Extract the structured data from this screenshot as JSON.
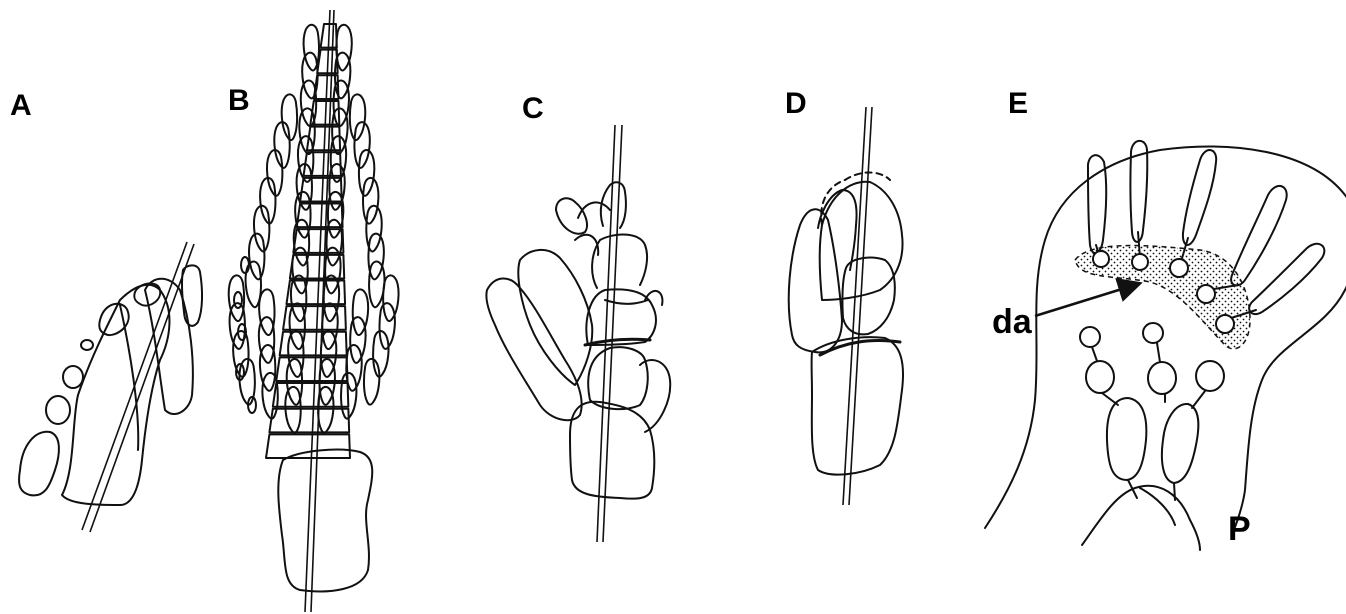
{
  "figure": {
    "panels": [
      {
        "id": "A",
        "label": "A"
      },
      {
        "id": "B",
        "label": "B"
      },
      {
        "id": "C",
        "label": "C"
      },
      {
        "id": "D",
        "label": "D"
      },
      {
        "id": "E",
        "label": "E"
      }
    ],
    "annotations": {
      "da": "da",
      "P": "P"
    },
    "colors": {
      "ink": "#111111",
      "background": "#ffffff"
    }
  }
}
